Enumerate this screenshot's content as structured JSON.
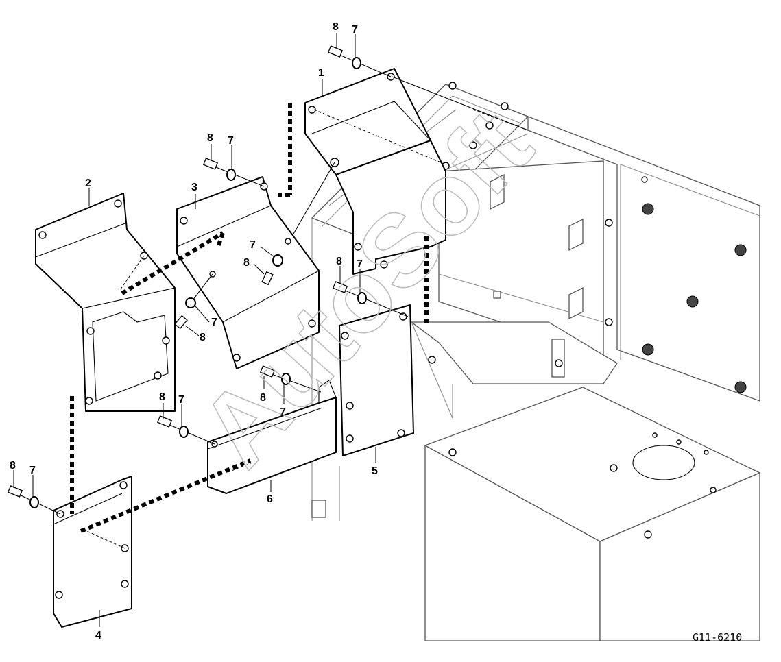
{
  "diagram": {
    "drawing_code": "G11-6210",
    "watermark": "AutoSoft",
    "callouts": [
      {
        "id": "c1",
        "label": "1"
      },
      {
        "id": "c2",
        "label": "2"
      },
      {
        "id": "c3",
        "label": "3"
      },
      {
        "id": "c4",
        "label": "4"
      },
      {
        "id": "c5",
        "label": "5"
      },
      {
        "id": "c6",
        "label": "6"
      },
      {
        "id": "c7a",
        "label": "7"
      },
      {
        "id": "c8a",
        "label": "8"
      },
      {
        "id": "c7b",
        "label": "7"
      },
      {
        "id": "c8b",
        "label": "8"
      },
      {
        "id": "c7c",
        "label": "7"
      },
      {
        "id": "c8c",
        "label": "8"
      },
      {
        "id": "c7d",
        "label": "7"
      },
      {
        "id": "c8d",
        "label": "8"
      },
      {
        "id": "c7e",
        "label": "7"
      },
      {
        "id": "c8e",
        "label": "8"
      },
      {
        "id": "c7f",
        "label": "7"
      },
      {
        "id": "c8f",
        "label": "8"
      },
      {
        "id": "c7g",
        "label": "7"
      },
      {
        "id": "c8g",
        "label": "8"
      },
      {
        "id": "c7h",
        "label": "7"
      },
      {
        "id": "c8h",
        "label": "8"
      }
    ]
  }
}
